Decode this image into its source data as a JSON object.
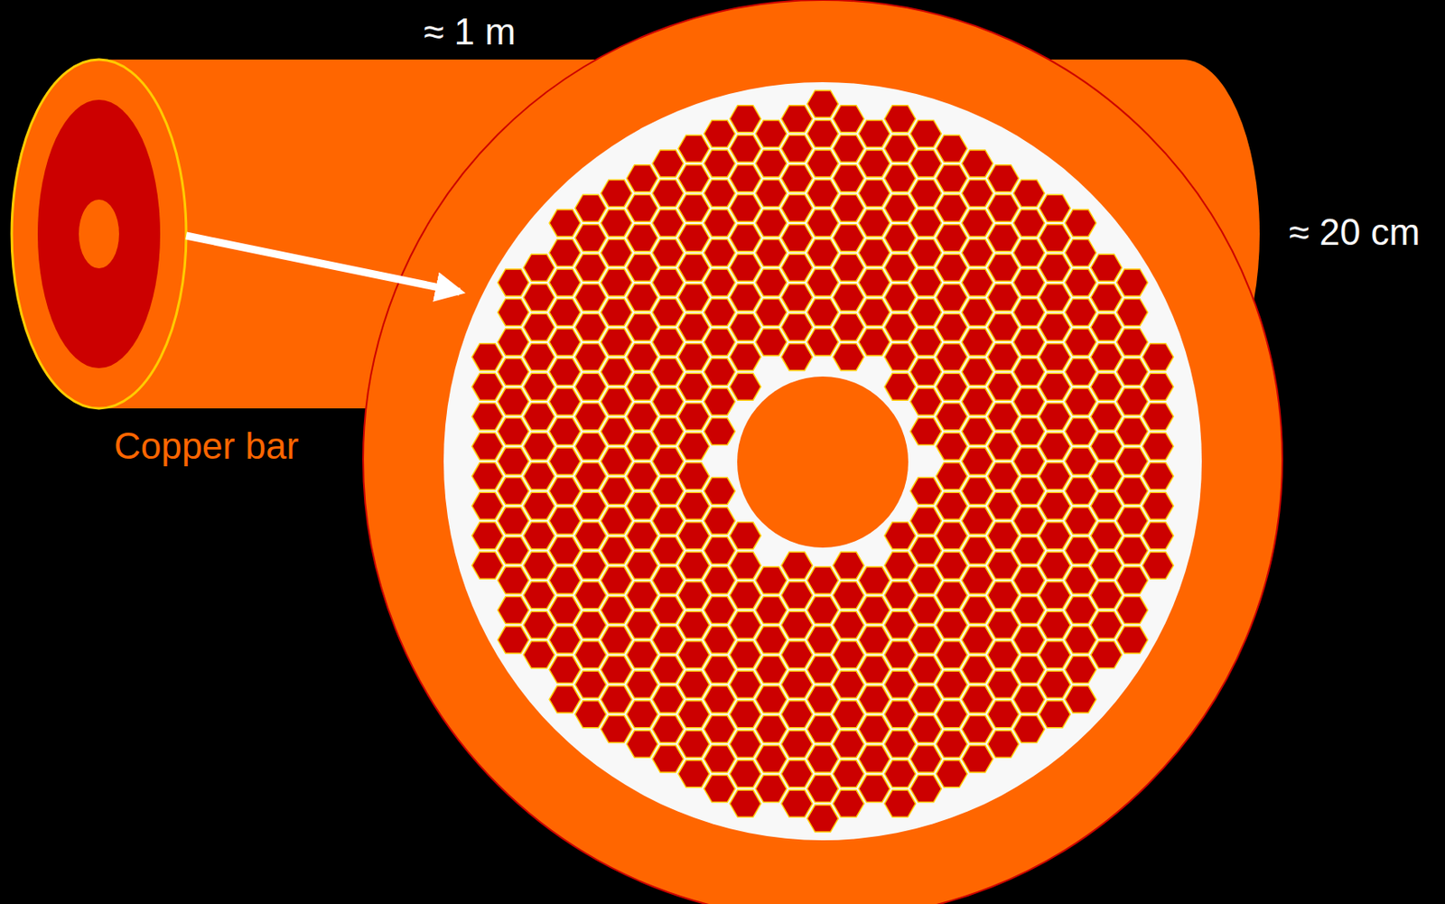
{
  "diagram": {
    "labels": [
      "≈ 1 m",
      "≈ 20 cm",
      "Copper bar"
    ]
  }
}
